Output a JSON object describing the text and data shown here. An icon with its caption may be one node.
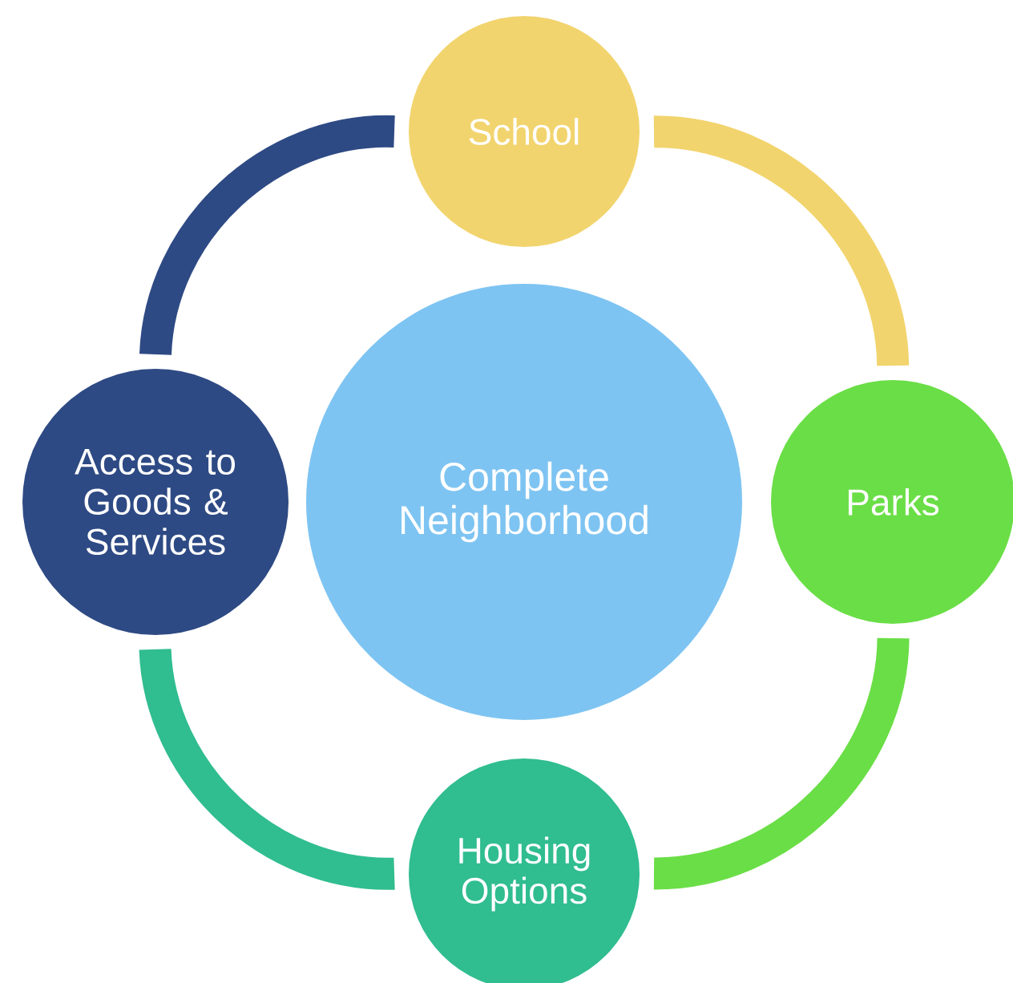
{
  "diagram": {
    "nodes": [
      {
        "text": [
          "Complete Neighborhood"
        ]
      },
      {
        "text": [
          "School"
        ]
      },
      {
        "text": [
          "Parks"
        ]
      },
      {
        "text": [
          "Housing Options"
        ]
      },
      {
        "text": [
          "Access to Goods & Services"
        ]
      }
    ],
    "edges": [
      {
        "from": 1,
        "to": 2,
        "arrow": "none",
        "color": "#f2d46e"
      },
      {
        "from": 2,
        "to": 3,
        "arrow": "none",
        "color": "#6ade46"
      },
      {
        "from": 3,
        "to": 4,
        "arrow": "none",
        "color": "#30bd8f"
      },
      {
        "from": 4,
        "to": 1,
        "arrow": "none",
        "color": "#2e4a84"
      }
    ]
  }
}
